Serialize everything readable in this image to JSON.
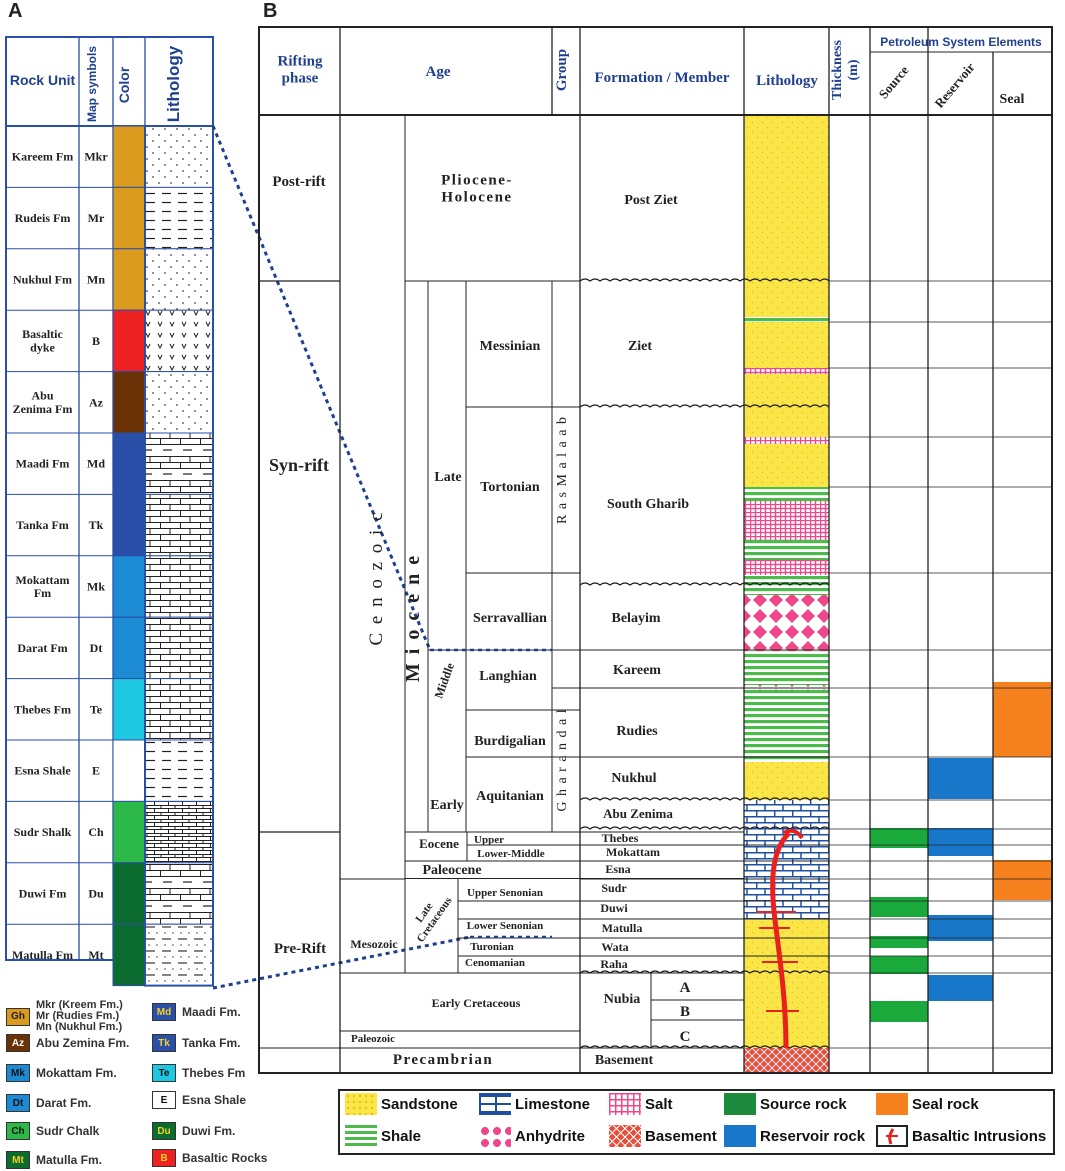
{
  "panel_a": {
    "letter": "A",
    "headers": {
      "rock_unit": "Rock Unit",
      "map_symbols": "Map symbols",
      "color": "Color",
      "lithology": "Lithology"
    },
    "rows": [
      {
        "unit": "Kareem Fm",
        "symbol": "Mkr",
        "color": "#d99a1e",
        "litho": "sand"
      },
      {
        "unit": "Rudeis Fm",
        "symbol": "Mr",
        "color": "#d99a1e",
        "litho": "shale"
      },
      {
        "unit": "Nukhul Fm",
        "symbol": "Mn",
        "color": "#d99a1e",
        "litho": "sand"
      },
      {
        "unit": "Basaltic dyke",
        "symbol": "B",
        "color": "#ee2222",
        "litho": "basalt"
      },
      {
        "unit": "Abu Zenima Fm",
        "symbol": "Az",
        "color": "#6b3208",
        "litho": "sand"
      },
      {
        "unit": "Maadi Fm",
        "symbol": "Md",
        "color": "#2a4fa8",
        "litho": "lime-shale"
      },
      {
        "unit": "Tanka Fm",
        "symbol": "Tk",
        "color": "#2a4fa8",
        "litho": "lime"
      },
      {
        "unit": "Mokattam Fm",
        "symbol": "Mk",
        "color": "#1d8ad4",
        "litho": "lime"
      },
      {
        "unit": "Darat Fm",
        "symbol": "Dt",
        "color": "#1d8ad4",
        "litho": "lime"
      },
      {
        "unit": "Thebes Fm",
        "symbol": "Te",
        "color": "#1ec8e0",
        "litho": "lime"
      },
      {
        "unit": "Esna Shale",
        "symbol": "E",
        "color": "#ffffff",
        "litho": "shale"
      },
      {
        "unit": "Sudr Shalk",
        "symbol": "Ch",
        "color": "#2db84a",
        "litho": "lime-dense"
      },
      {
        "unit": "Duwi Fm",
        "symbol": "Du",
        "color": "#0c6b2e",
        "litho": "lime-shale"
      },
      {
        "unit": "Matulla Fm",
        "symbol": "Mt",
        "color": "#0c6b2e",
        "litho": "shale-sand"
      }
    ],
    "legend": [
      {
        "code": "Gh",
        "bg": "#d99a1e",
        "fg": "#222",
        "label": "Mkr (Kreem Fm.)\nMr (Rudies Fm.)\nMn (Nukhul Fm.)"
      },
      {
        "code": "Md",
        "bg": "#2a4fa8",
        "fg": "#f4d020",
        "label": "Maadi Fm."
      },
      {
        "code": "Az",
        "bg": "#6b3208",
        "fg": "#fff",
        "label": "Abu Zemina Fm."
      },
      {
        "code": "Tk",
        "bg": "#2a4fa8",
        "fg": "#f4d020",
        "label": "Tanka Fm."
      },
      {
        "code": "Mk",
        "bg": "#1d8ad4",
        "fg": "#111",
        "label": "Mokattam Fm."
      },
      {
        "code": "Te",
        "bg": "#1ec8e0",
        "fg": "#111",
        "label": "Thebes Fm"
      },
      {
        "code": "Dt",
        "bg": "#1d8ad4",
        "fg": "#111",
        "label": "Darat Fm."
      },
      {
        "code": "E",
        "bg": "#ffffff",
        "fg": "#111",
        "label": "Esna Shale"
      },
      {
        "code": "Ch",
        "bg": "#2db84a",
        "fg": "#111",
        "label": "Sudr Chalk"
      },
      {
        "code": "Du",
        "bg": "#0c6b2e",
        "fg": "#f4d020",
        "label": "Duwi Fm."
      },
      {
        "code": "Mt",
        "bg": "#0c6b2e",
        "fg": "#f4d020",
        "label": "Matulla Fm."
      },
      {
        "code": "B",
        "bg": "#ee2222",
        "fg": "#f4d020",
        "label": "Basaltic Rocks"
      }
    ]
  },
  "panel_b": {
    "letter": "B",
    "headers": {
      "rifting": "Rifting phase",
      "age": "Age",
      "group": "Group",
      "formation": "Formation / Member",
      "lithology": "Lithology",
      "thickness": "Thickness (m)",
      "pse": "Petroleum System Elements",
      "source": "Source",
      "reservoir": "Reservoir",
      "seal": "Seal"
    },
    "phases": [
      "Post-rift",
      "Syn-rift",
      "Pre-Rift"
    ],
    "eras": {
      "cenozoic": "C e n o z o i c",
      "mesozoic": "Mesozoic",
      "paleozoic": "Paleozoic",
      "precambrian": "Precambrian"
    },
    "epochs": {
      "pliocene": "Pliocene-\nHolocene",
      "miocene": "M i o c e n e",
      "late": "Late",
      "middle": "Middle",
      "early": "Early",
      "eocene": "Eocene",
      "paleocene": "Paleocene",
      "late_cretaceous": "Late\nCretaceous",
      "early_cretaceous": "Early Cretaceous"
    },
    "stages": {
      "messinian": "Messinian",
      "tortonian": "Tortonian",
      "serravallian": "Serravallian",
      "langhian": "Langhian",
      "burdigalian": "Burdigalian",
      "aquitanian": "Aquitanian",
      "upper": "Upper",
      "lower_middle": "Lower-Middle",
      "upper_senonian": "Upper Senonian",
      "lower_senonian": "Lower Senonian",
      "turonian": "Turonian",
      "cenomanian": "Cenomanian"
    },
    "groups": {
      "ras_malaab": "R a s   M a l a a b",
      "gharandal": "G h a r a n d a l"
    },
    "formations": {
      "post_ziet": "Post Ziet",
      "ziet": "Ziet",
      "south_gharib": "South Gharib",
      "belayim": "Belayim",
      "kareem": "Kareem",
      "rudies": "Rudies",
      "nukhul": "Nukhul",
      "abu_zenima": "Abu Zenima",
      "thebes": "Thebes",
      "mokattam": "Mokattam",
      "esna": "Esna",
      "sudr": "Sudr",
      "duwi": "Duwi",
      "matulla": "Matulla",
      "wata": "Wata",
      "raha": "Raha",
      "nubia": "Nubia",
      "basement": "Basement",
      "member_a": "A",
      "member_b": "B",
      "member_c": "C"
    },
    "legend": [
      {
        "key": "sandstone",
        "label": "Sandstone"
      },
      {
        "key": "limestone",
        "label": "Limestone"
      },
      {
        "key": "salt",
        "label": "Salt"
      },
      {
        "key": "source",
        "label": "Source rock"
      },
      {
        "key": "seal",
        "label": "Seal rock"
      },
      {
        "key": "shale",
        "label": "Shale"
      },
      {
        "key": "anhydrite",
        "label": "Anhydrite"
      },
      {
        "key": "basement",
        "label": "Basement"
      },
      {
        "key": "reservoir",
        "label": "Reservoir rock"
      },
      {
        "key": "basalt",
        "label": "Basaltic Intrusions"
      }
    ],
    "colors": {
      "header_text": "#1f3f8f",
      "source": "#1aaa3c",
      "reservoir": "#1877c9",
      "seal": "#f5821f",
      "sand": "#fbe64a",
      "shale": "#4cba4c",
      "salt": "#f0468a",
      "basement": "#e94e3c",
      "lime": "#1f4fa3",
      "basalt": "#e8201e"
    }
  }
}
